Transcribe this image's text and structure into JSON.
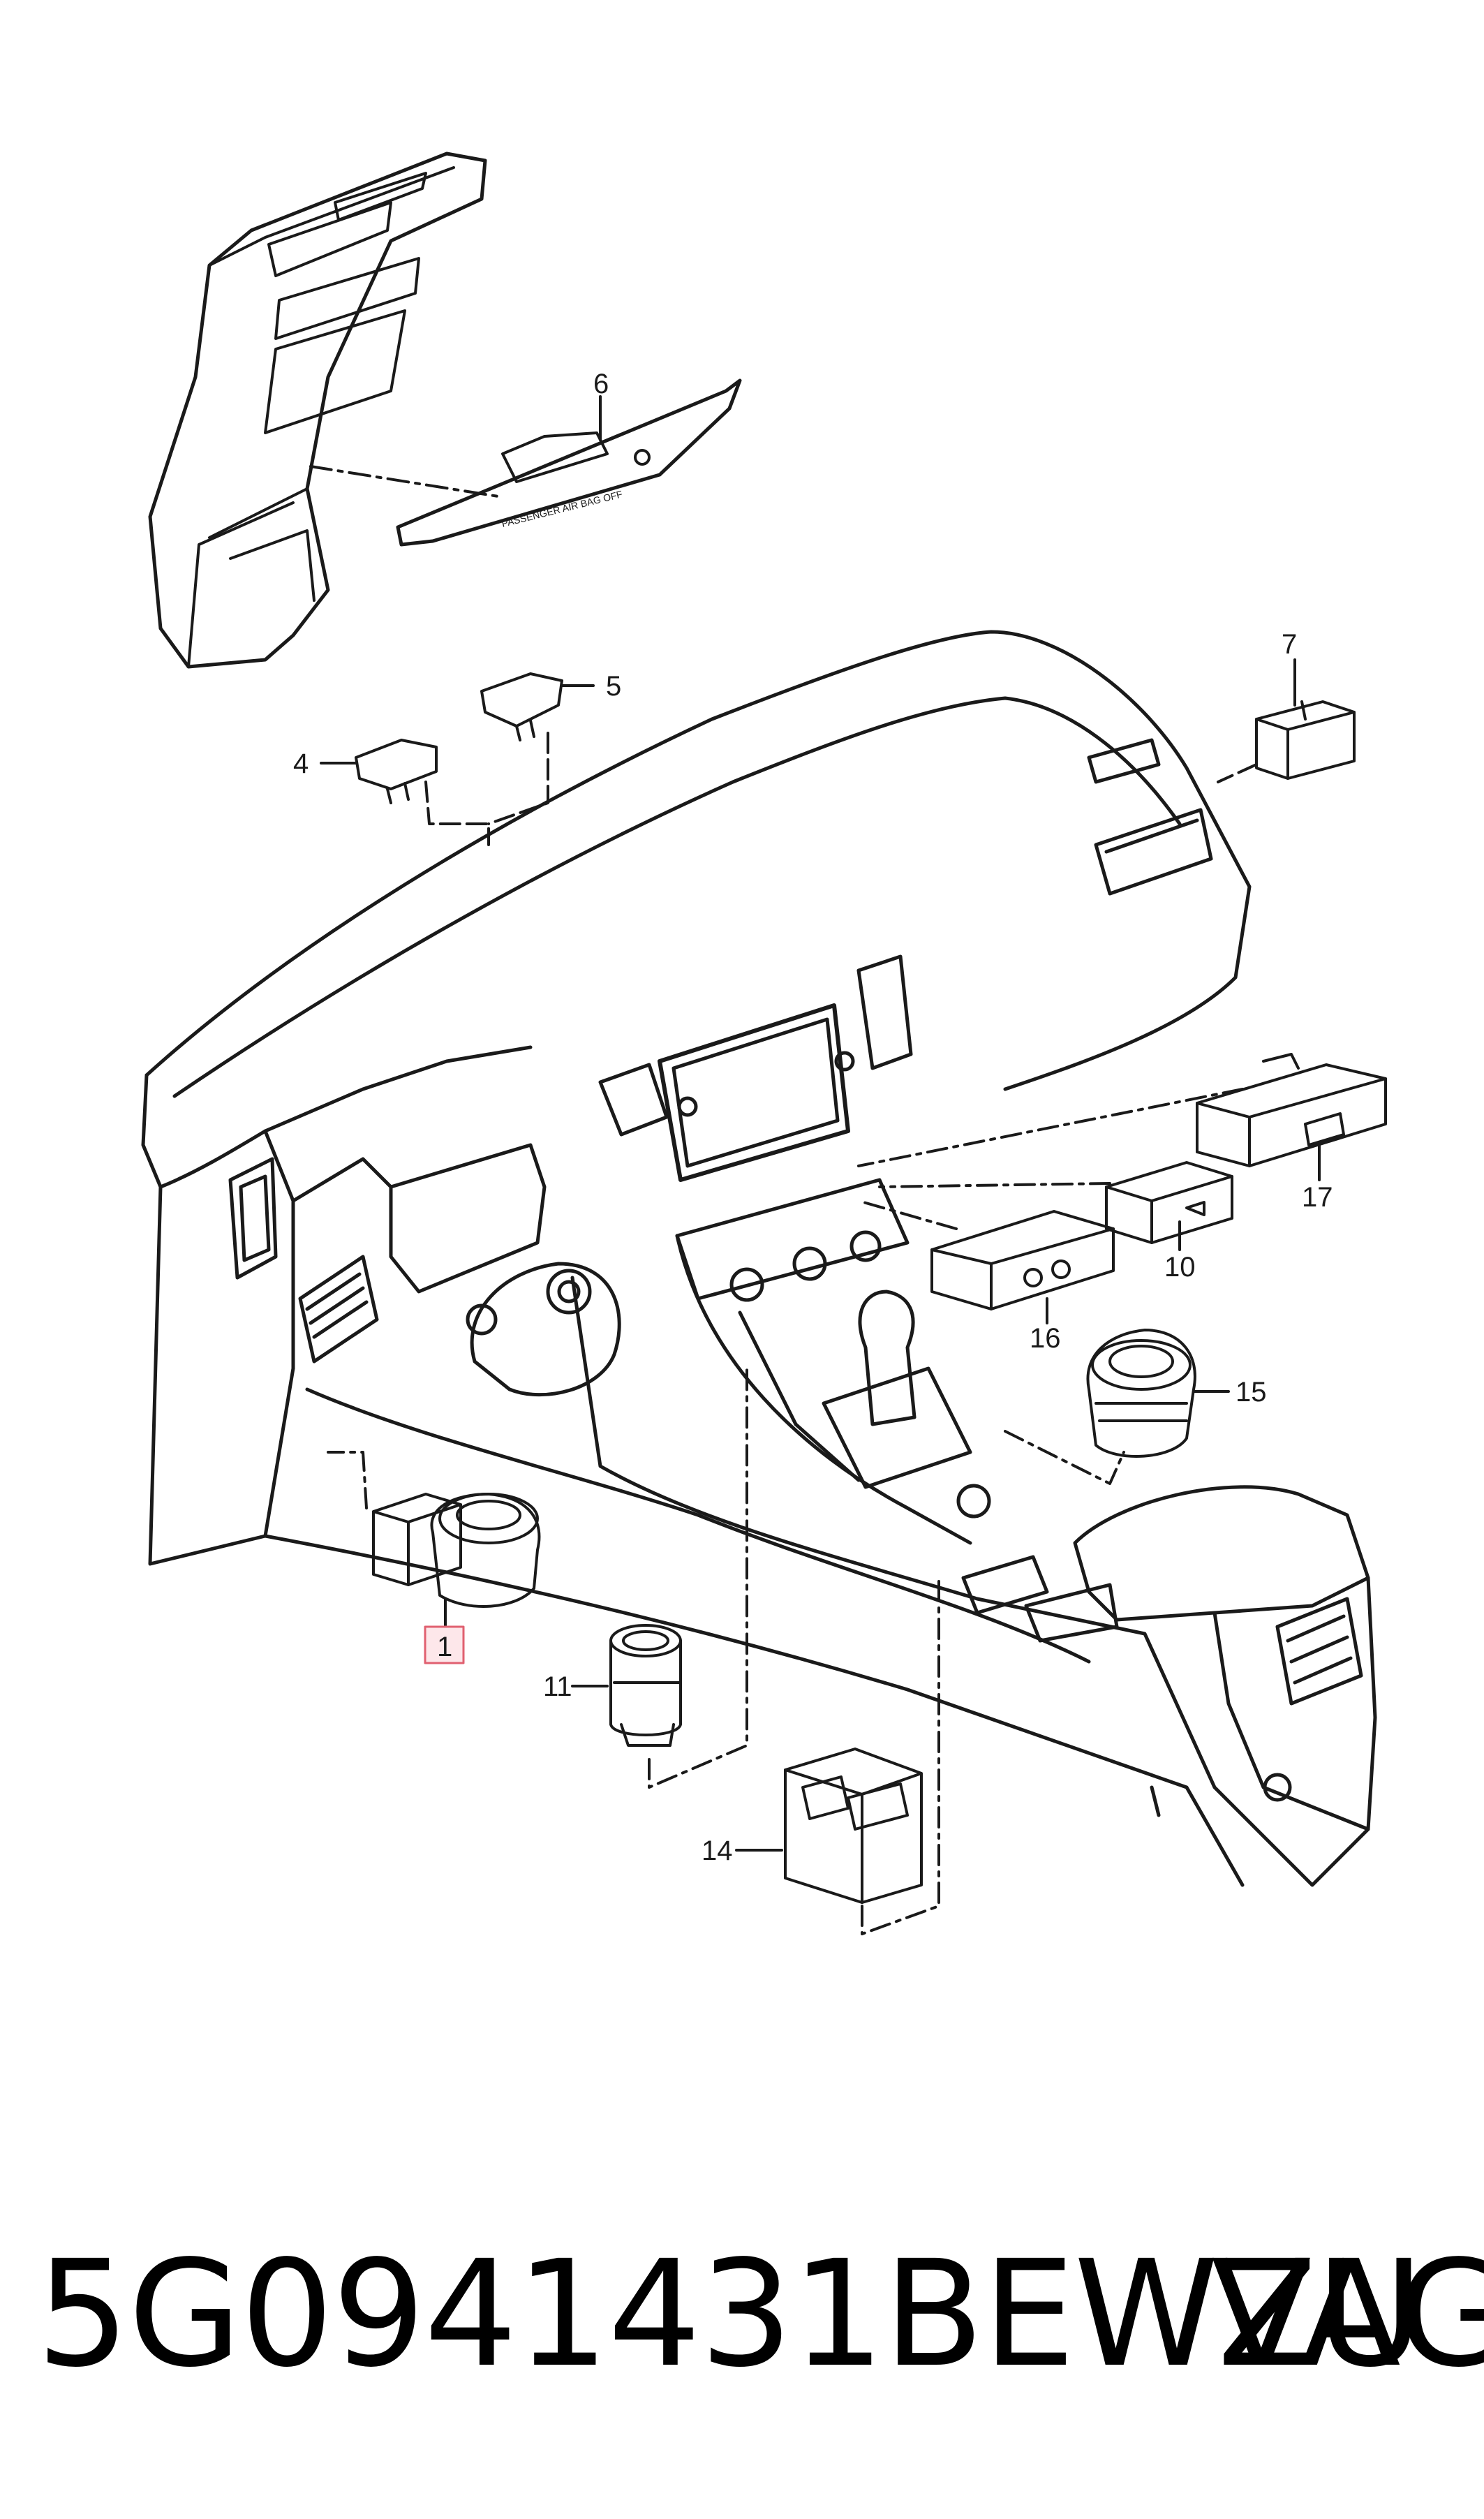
{
  "diagram": {
    "callouts": [
      {
        "id": "c6",
        "label": "6"
      },
      {
        "id": "c5",
        "label": "5"
      },
      {
        "id": "c4",
        "label": "4"
      },
      {
        "id": "c7",
        "label": "7"
      },
      {
        "id": "c17",
        "label": "17"
      },
      {
        "id": "c10",
        "label": "10"
      },
      {
        "id": "c16",
        "label": "16"
      },
      {
        "id": "c15",
        "label": "15"
      },
      {
        "id": "c1",
        "label": "1",
        "highlighted": true
      },
      {
        "id": "c11",
        "label": "11"
      },
      {
        "id": "c14",
        "label": "14"
      }
    ],
    "panel_text": "PASSENGER AIR BAG OFF",
    "highlight_color": "#e06070",
    "highlight_fill": "#fde7ea",
    "line_color": "#1a1a1a"
  },
  "footer": {
    "part_number": "5G0941431BEWZU",
    "brand": "VAG"
  }
}
